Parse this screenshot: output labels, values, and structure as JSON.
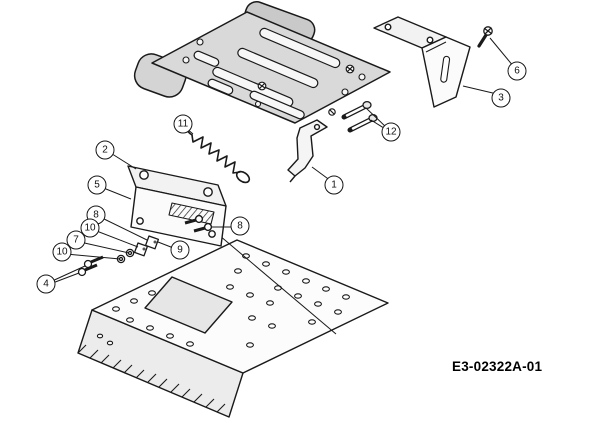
{
  "diagram": {
    "code": "E3-02322A-01",
    "callouts": [
      {
        "label": "6"
      },
      {
        "label": "3"
      },
      {
        "label": "12"
      },
      {
        "label": "1"
      },
      {
        "label": "11"
      },
      {
        "label": "2"
      },
      {
        "label": "5"
      },
      {
        "label": "8"
      },
      {
        "label": "10"
      },
      {
        "label": "7"
      },
      {
        "label": "10"
      },
      {
        "label": "4"
      },
      {
        "label": "9"
      },
      {
        "label": "8"
      }
    ],
    "colors": {
      "line": "#1a1a1a",
      "background": "#ffffff",
      "shade": "#d9d9d9"
    }
  }
}
